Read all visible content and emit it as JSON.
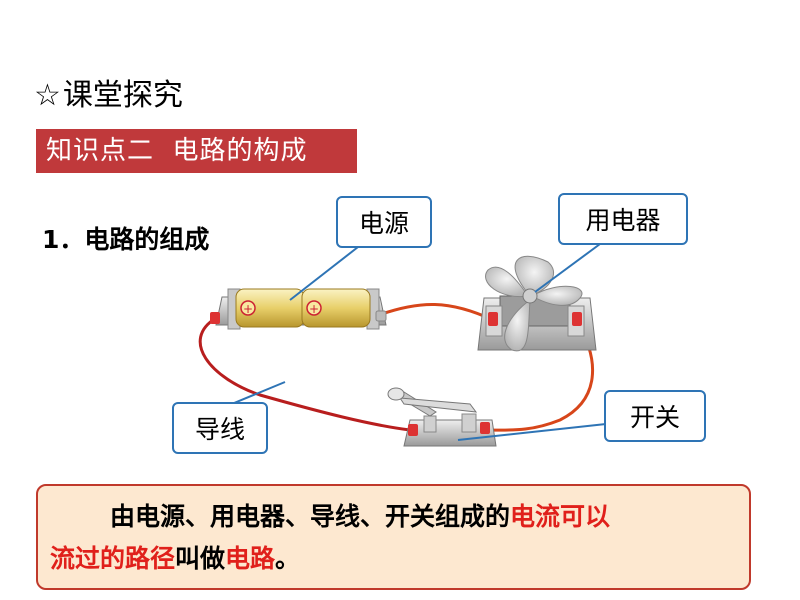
{
  "header": {
    "star": "☆",
    "title": "课堂探究"
  },
  "banner": {
    "text": "知识点二  电路的构成"
  },
  "section": {
    "heading": "1．电路的组成"
  },
  "labels": {
    "power": "电源",
    "appliance": "用电器",
    "wire": "导线",
    "switch": "开关"
  },
  "definition": {
    "line1_a": "由电源、用电器、导线、开关组成的",
    "line1_b": "电流可以",
    "line2_a": "流过的路径",
    "line2_b": "叫做",
    "line2_c": "电路",
    "line2_d": "。"
  },
  "colors": {
    "banner": "#c0393b",
    "callout_border": "#2e74b5",
    "highlight": "#e0201b",
    "box_fill": "#fde8d0"
  }
}
